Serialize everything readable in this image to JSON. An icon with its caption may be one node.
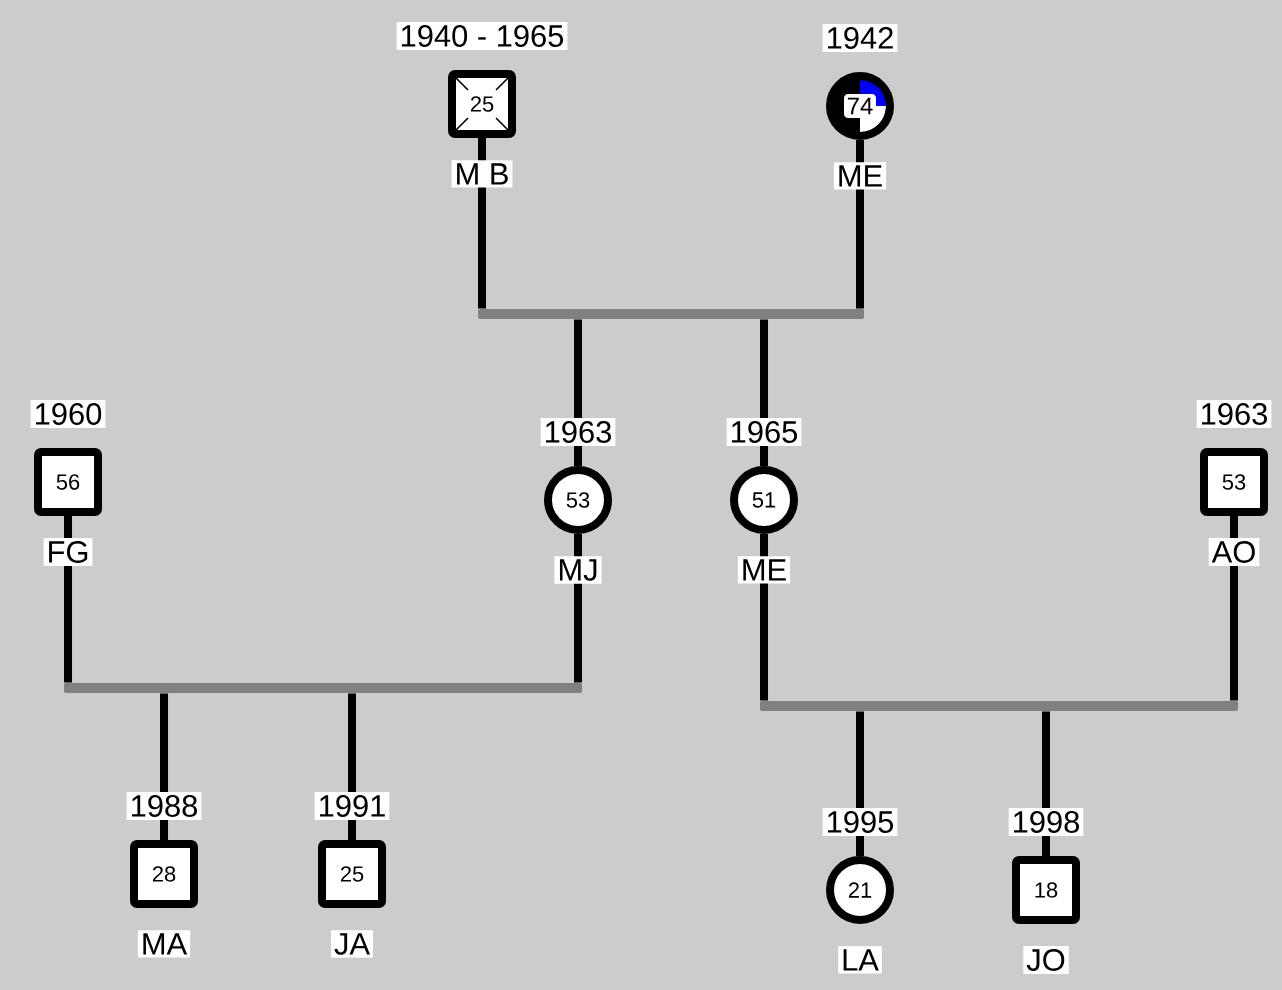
{
  "diagram": {
    "nodes": [
      {
        "text": [
          "25"
        ],
        "beside": [
          "1940 - 1965",
          "M B"
        ]
      },
      {
        "text": [
          "74"
        ],
        "beside": [
          "1942",
          "ME"
        ]
      },
      {
        "text": [],
        "shape": "bar"
      },
      {
        "text": [
          "56"
        ],
        "beside": [
          "1960",
          "FG"
        ]
      },
      {
        "text": [
          "53"
        ],
        "beside": [
          "1963",
          "MJ"
        ]
      },
      {
        "text": [
          "51"
        ],
        "beside": [
          "1965",
          "ME"
        ]
      },
      {
        "text": [
          "53"
        ],
        "beside": [
          "1963",
          "AO"
        ]
      },
      {
        "text": [],
        "shape": "bar"
      },
      {
        "text": [],
        "shape": "bar"
      },
      {
        "text": [
          "28"
        ],
        "beside": [
          "1988",
          "MA"
        ]
      },
      {
        "text": [
          "25"
        ],
        "beside": [
          "1991",
          "JA"
        ]
      },
      {
        "text": [
          "21"
        ],
        "beside": [
          "1995",
          "LA"
        ]
      },
      {
        "text": [
          "18"
        ],
        "beside": [
          "1998",
          "JO"
        ]
      }
    ],
    "edges": [
      {
        "from": 0,
        "to": 2,
        "arrow": "none"
      },
      {
        "from": 1,
        "to": 2,
        "arrow": "none"
      },
      {
        "from": 2,
        "to": 4,
        "arrow": "none"
      },
      {
        "from": 2,
        "to": 5,
        "arrow": "none"
      },
      {
        "from": 3,
        "to": 7,
        "arrow": "none"
      },
      {
        "from": 4,
        "to": 7,
        "arrow": "none"
      },
      {
        "from": 5,
        "to": 8,
        "arrow": "none"
      },
      {
        "from": 6,
        "to": 8,
        "arrow": "none"
      },
      {
        "from": 7,
        "to": 9,
        "arrow": "none"
      },
      {
        "from": 7,
        "to": 10,
        "arrow": "none"
      },
      {
        "from": 8,
        "to": 11,
        "arrow": "none"
      },
      {
        "from": 8,
        "to": 12,
        "arrow": "none"
      }
    ]
  }
}
